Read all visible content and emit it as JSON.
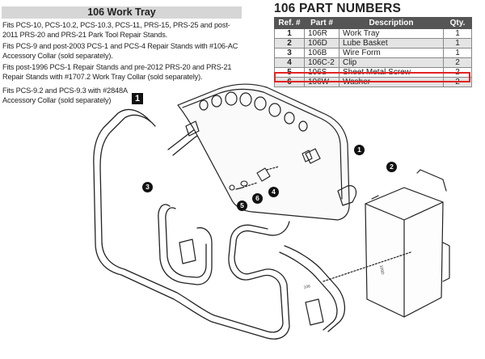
{
  "header": {
    "title": "106 Work Tray",
    "fits": [
      "Fits PCS-10, PCS-10.2, PCS-10.3, PCS-11, PRS-15, PRS-25 and post-2011 PRS-20 and PRS-21 Park Tool Repair Stands.",
      "Fits PCS-9 and post-2003 PCS-1 and PCS-4 Repair Stands with #106-AC Accessory Collar (sold separately).",
      "Fits post-1996 PCS-1 Repair Stands and pre-2012 PRS-20 and PRS-21 Repair Stands with #1707.2 Work Tray Collar (sold separately).",
      "Fits PCS-9.2 and PCS-9.3 with #2848A Accessory Collar (sold separately)"
    ],
    "marker": "1"
  },
  "parts_table": {
    "title": "106 PART NUMBERS",
    "columns": [
      "Ref. #",
      "Part #",
      "Description",
      "Qty."
    ],
    "rows": [
      {
        "ref": "1",
        "part": "106R",
        "desc": "Work Tray",
        "qty": "1"
      },
      {
        "ref": "2",
        "part": "106D",
        "desc": "Lube Basket",
        "qty": "1"
      },
      {
        "ref": "3",
        "part": "106B",
        "desc": "Wire Form",
        "qty": "1"
      },
      {
        "ref": "4",
        "part": "106C-2",
        "desc": "Clip",
        "qty": "2"
      },
      {
        "ref": "5",
        "part": "106S",
        "desc": "Sheet Metal Screw",
        "qty": "2"
      },
      {
        "ref": "6",
        "part": "106W",
        "desc": "Washer",
        "qty": "2"
      }
    ],
    "highlighted_ref": "5",
    "highlight_color": "#e32424"
  },
  "diagram": {
    "callouts": [
      "1",
      "2",
      "3",
      "4",
      "5",
      "6"
    ],
    "tray_mark": "106",
    "basket_mark": "106D"
  }
}
